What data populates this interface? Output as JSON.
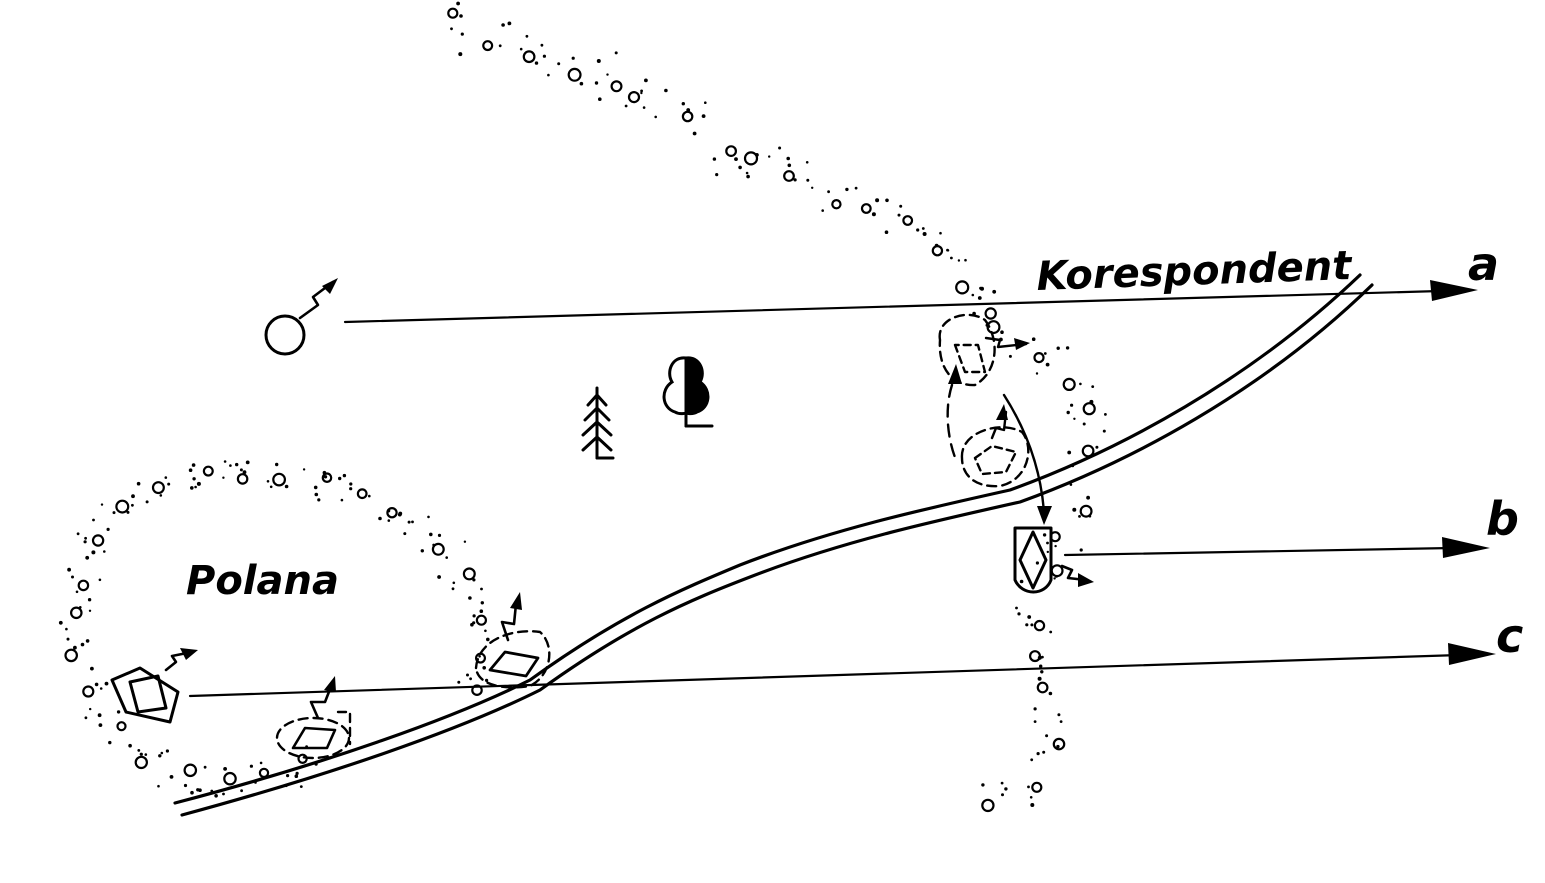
{
  "labels": {
    "korespondent": "Korespondent",
    "polana": "Polana",
    "a": "a",
    "b": "b",
    "c": "c"
  },
  "colors": {
    "ink": "#000000",
    "paper": "#ffffff"
  },
  "icons": {
    "observer": "observer-station-icon",
    "spruce": "spruce-tree-icon",
    "deciduous": "deciduous-tree-icon",
    "vehicle": "vehicle-icon",
    "radio": "radio-signal-icon"
  }
}
